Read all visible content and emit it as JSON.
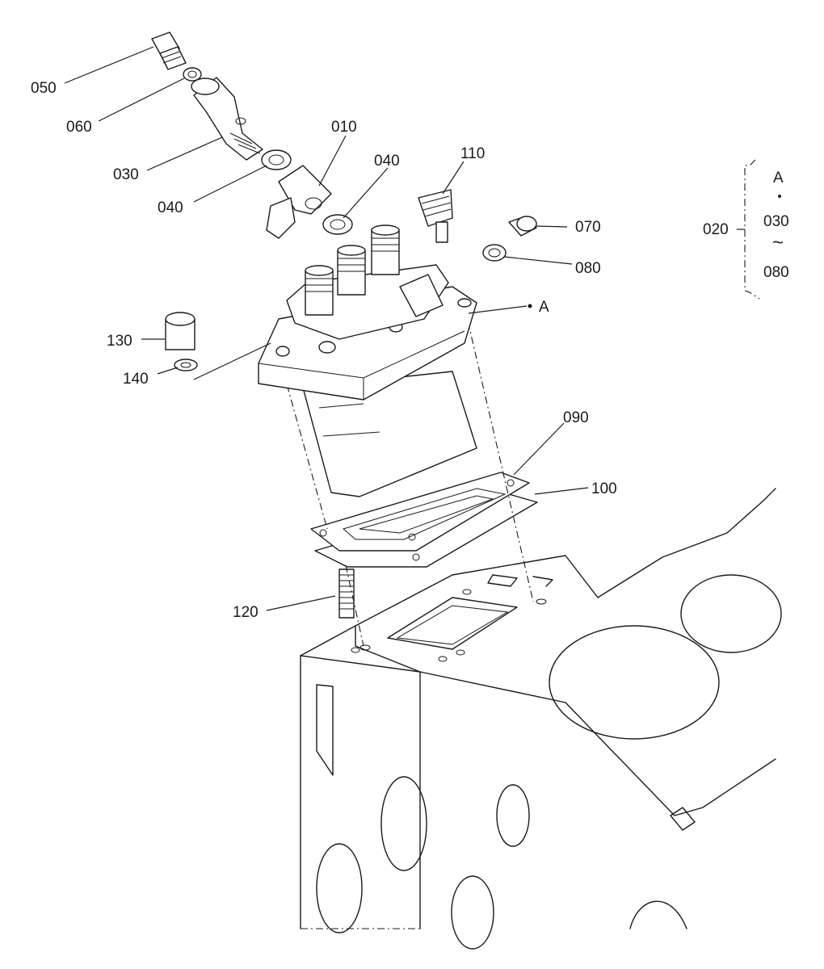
{
  "labels": {
    "p010": "010",
    "p020": "020",
    "p030": "030",
    "p040a": "040",
    "p040b": "040",
    "p050": "050",
    "p060": "060",
    "p070": "070",
    "p080": "080",
    "p090": "090",
    "p100": "100",
    "p110": "110",
    "p120": "120",
    "p130": "130",
    "p140": "140",
    "ref_a": "A"
  },
  "group_bracket": {
    "top": "A",
    "from": "030",
    "tilde": "~",
    "to": "080"
  }
}
